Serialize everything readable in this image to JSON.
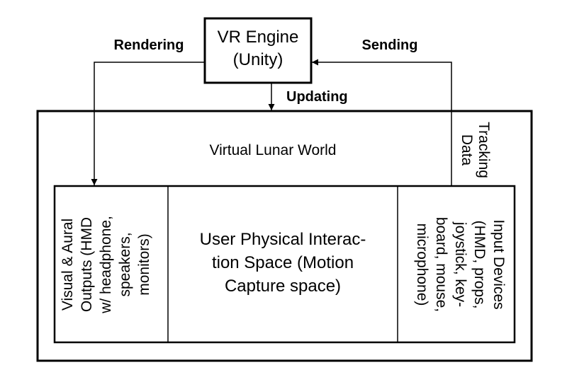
{
  "engine": {
    "line1": "VR Engine",
    "line2": "(Unity)"
  },
  "arrows": {
    "rendering": "Rendering",
    "sending": "Sending",
    "updating": "Updating",
    "tracking_line1": "Tracking",
    "tracking_line2": "Data"
  },
  "world": {
    "label": "Virtual Lunar World"
  },
  "outputs": {
    "lines": [
      "Visual & Aural",
      "Outputs (HMD",
      "w/ headphone,",
      "speakers,",
      "monitors)"
    ]
  },
  "space": {
    "lines": [
      "User Physical Interac-",
      "tion Space (Motion",
      "Capture space)"
    ]
  },
  "inputs": {
    "lines": [
      "Input Devices",
      "(HMD, props,",
      "joystick, key-",
      "board, mouse,",
      "microphone)"
    ]
  }
}
